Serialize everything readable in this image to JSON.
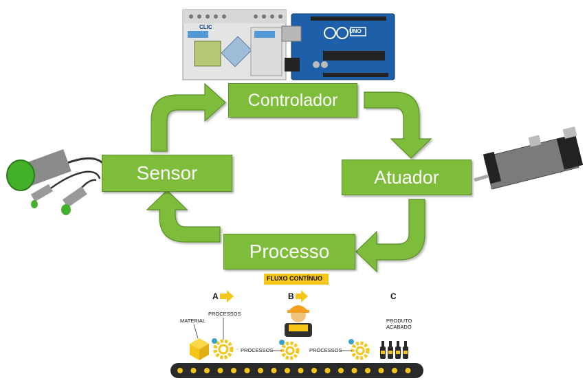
{
  "diagram": {
    "nodes": {
      "controller": "Controlador",
      "sensor": "Sensor",
      "actuator": "Atuador",
      "process": "Processo"
    },
    "flow": {
      "title": "FLUXO CONTÍNUO",
      "stage_a": "A",
      "stage_b": "B",
      "stage_c": "C",
      "material": "MATERIAL",
      "processes_top": "PROCESSOS",
      "processes_mid": "PROCESSOS",
      "processes_right": "PROCESSOS",
      "product_line1": "PRODUTO",
      "product_line2": "ACABADO"
    }
  },
  "images": {
    "plc_brand": "CLIC",
    "arduino_model": "UNO"
  },
  "colors": {
    "box_green": "#7dbd3a",
    "arrow_green": "#7dbd3a",
    "flow_yellow": "#f5c518"
  }
}
